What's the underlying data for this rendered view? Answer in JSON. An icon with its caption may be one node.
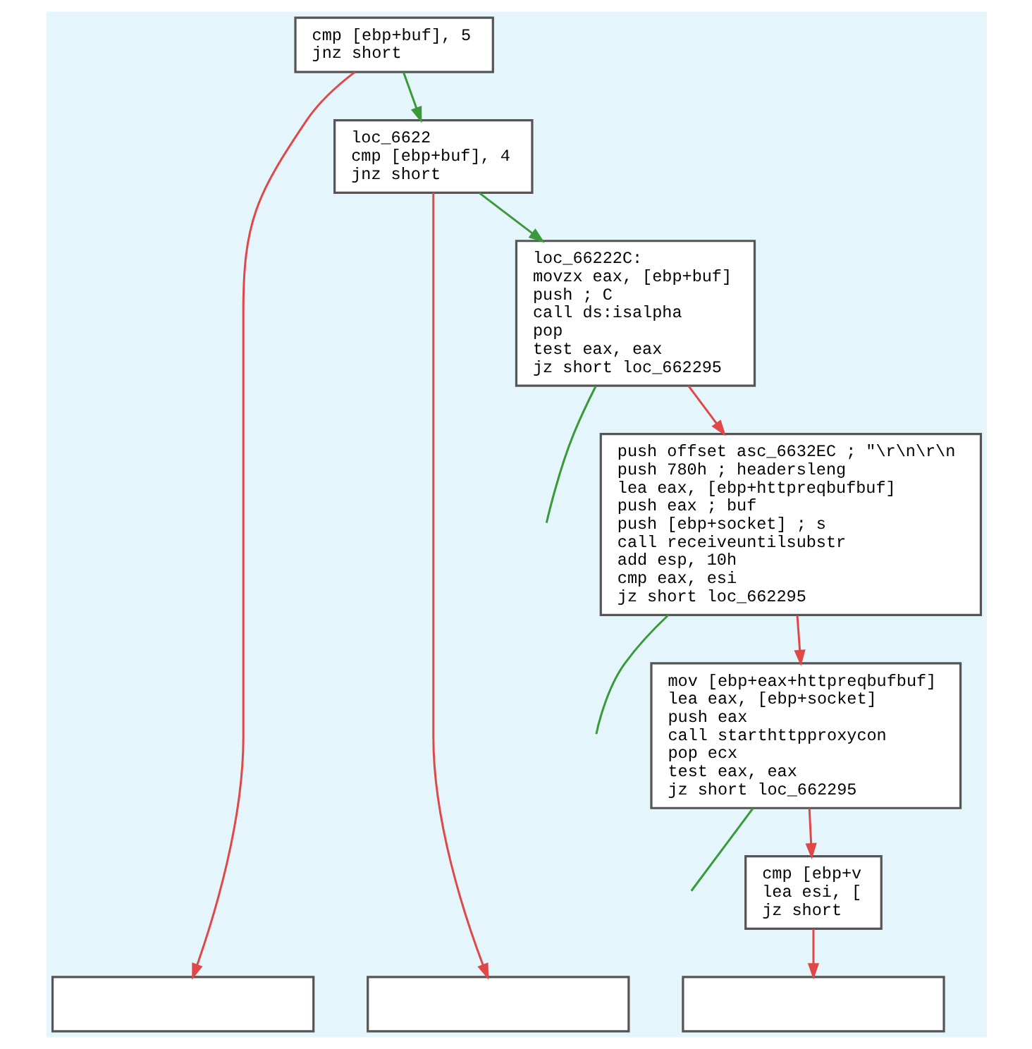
{
  "diagram": {
    "nodes": [
      {
        "text": [
          "cmp [ebp+buf], 5",
          "jnz short"
        ]
      },
      {
        "text": [
          "loc_6622",
          "cmp [ebp+buf], 4",
          "jnz short"
        ]
      },
      {
        "text": [
          "loc_66222C:",
          "movzx eax, [ebp+buf]",
          "push ; C",
          "call ds:isalpha",
          "pop",
          "test eax, eax",
          "jz short loc_662295"
        ]
      },
      {
        "text": [
          "push offset asc_6632EC ; \"\\r\\n\\r\\n",
          "push 780h ; headersleng",
          "lea eax, [ebp+httpreqbufbuf]",
          "push eax ; buf",
          "push [ebp+socket] ; s",
          "call receiveuntilsubstr",
          "add esp, 10h",
          "cmp eax, esi",
          "jz short loc_662295"
        ]
      },
      {
        "text": [
          "mov [ebp+eax+httpreqbufbuf]",
          "lea eax, [ebp+socket]",
          "push eax",
          "call starthttpproxycon",
          "pop ecx",
          "test eax, eax",
          "jz short loc_662295"
        ]
      },
      {
        "text": [
          "cmp [ebp+v",
          "lea esi, [",
          "jz short"
        ]
      },
      {
        "text": [],
        "shape": "box"
      },
      {
        "text": [],
        "shape": "box"
      },
      {
        "text": [],
        "shape": "box"
      }
    ],
    "edges": [
      {
        "from": 0,
        "to": 1,
        "arrow": "to",
        "color": "#3a9a3a"
      },
      {
        "from": 0,
        "to": 6,
        "arrow": "to"
      },
      {
        "from": 1,
        "to": 2,
        "arrow": "to",
        "color": "#3a9a3a"
      },
      {
        "from": 1,
        "to": 7,
        "arrow": "to"
      },
      {
        "from": 2,
        "to": 3,
        "arrow": "to"
      },
      {
        "from": 2,
        "to": null,
        "arrow": "none",
        "color": "#3a9a3a"
      },
      {
        "from": 3,
        "to": 4,
        "arrow": "to"
      },
      {
        "from": 3,
        "to": null,
        "arrow": "none",
        "color": "#3a9a3a"
      },
      {
        "from": 4,
        "to": 5,
        "arrow": "to"
      },
      {
        "from": 4,
        "to": null,
        "arrow": "none",
        "color": "#3a9a3a"
      },
      {
        "from": 5,
        "to": 8,
        "arrow": "to"
      }
    ]
  }
}
